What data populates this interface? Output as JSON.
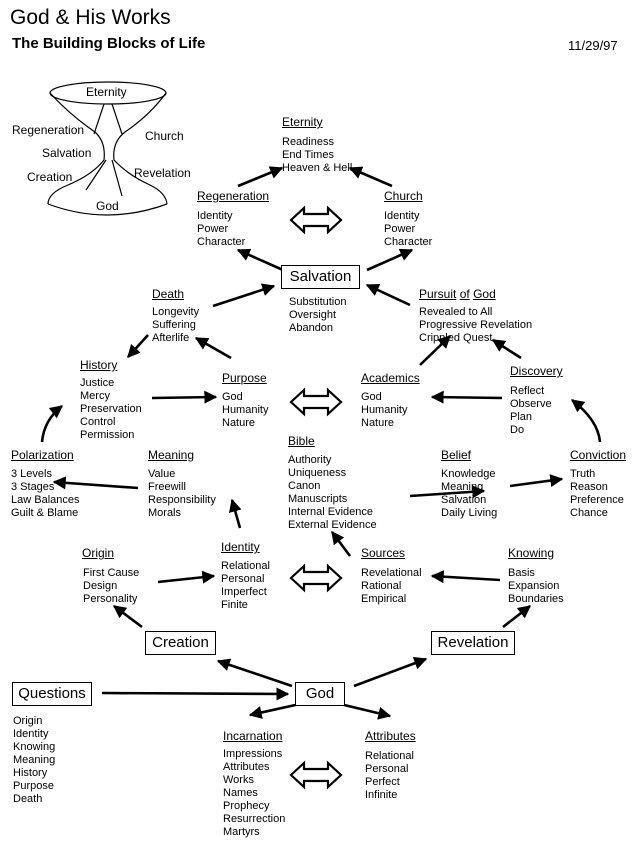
{
  "header": {
    "title": "God & His Works",
    "subtitle": "The Building Blocks of Life",
    "date": "11/29/97"
  },
  "hourglass": {
    "top": "Eternity",
    "bottom": "God",
    "regeneration": "Regeneration",
    "church": "Church",
    "salvation": "Salvation",
    "creation": "Creation",
    "revelation": "Revelation"
  },
  "boxes": {
    "salvation": "Salvation",
    "creation": "Creation",
    "revelation": "Revelation",
    "god": "God",
    "questions": "Questions"
  },
  "nodes": {
    "eternity": {
      "title": "Eternity",
      "items": [
        "Readiness",
        "End Times",
        "Heaven & Hell"
      ]
    },
    "regeneration": {
      "title": "Regeneration",
      "items": [
        "Identity",
        "Power",
        "Character"
      ]
    },
    "church": {
      "title": "Church",
      "items": [
        "Identity",
        "Power",
        "Character"
      ]
    },
    "salvation": {
      "items": [
        "Substitution",
        "Oversight",
        "Abandon"
      ]
    },
    "death": {
      "title": "Death",
      "items": [
        "Longevity",
        "Suffering",
        "Afterlife"
      ]
    },
    "pursuit": {
      "title_a": "Pursuit",
      "title_b": "of",
      "title_c": "God",
      "items": [
        "Revealed to All",
        "Progressive Revelation",
        "Crippled Quest"
      ]
    },
    "history": {
      "title": "History",
      "items": [
        "Justice",
        "Mercy",
        "Preservation",
        "Control",
        "Permission"
      ]
    },
    "purpose": {
      "title": "Purpose",
      "items": [
        "God",
        "Humanity",
        "Nature"
      ]
    },
    "academics": {
      "title": "Academics",
      "items": [
        "God",
        "Humanity",
        "Nature"
      ]
    },
    "discovery": {
      "title": "Discovery",
      "items": [
        "Reflect",
        "Observe",
        "Plan",
        "Do"
      ]
    },
    "polarization": {
      "title": "Polarization",
      "items": [
        "3 Levels",
        "3 Stages",
        "Law Balances",
        "Guilt & Blame"
      ]
    },
    "meaning": {
      "title": "Meaning",
      "items": [
        "Value",
        "Freewill",
        "Responsibility",
        "Morals"
      ]
    },
    "bible": {
      "title": "Bible",
      "items": [
        "Authority",
        "Uniqueness",
        "Canon",
        "Manuscripts",
        "Internal Evidence",
        "External Evidence"
      ]
    },
    "belief": {
      "title": "Belief",
      "items": [
        "Knowledge",
        "Meaning",
        "Salvation",
        "Daily Living"
      ]
    },
    "conviction": {
      "title": "Conviction",
      "items": [
        "Truth",
        "Reason",
        "Preference",
        "Chance"
      ]
    },
    "origin": {
      "title": "Origin",
      "items": [
        "First Cause",
        "Design",
        "Personality"
      ]
    },
    "identity": {
      "title": "Identity",
      "items": [
        "Relational",
        "Personal",
        "Imperfect",
        "Finite"
      ]
    },
    "sources": {
      "title": "Sources",
      "items": [
        "Revelational",
        "Rational",
        "Empirical"
      ]
    },
    "knowing": {
      "title": "Knowing",
      "items": [
        "Basis",
        "Expansion",
        "Boundaries"
      ]
    },
    "questions": {
      "items": [
        "Origin",
        "Identity",
        "Knowing",
        "Meaning",
        "History",
        "Purpose",
        "Death"
      ]
    },
    "incarnation": {
      "title": "Incarnation",
      "items": [
        "Impressions",
        "Attributes",
        "Works",
        "Names",
        "Prophecy",
        "Resurrection",
        "Martyrs"
      ]
    },
    "attributes": {
      "title": "Attributes",
      "items": [
        "Relational",
        "Personal",
        "Perfect",
        "Infinite"
      ]
    }
  }
}
